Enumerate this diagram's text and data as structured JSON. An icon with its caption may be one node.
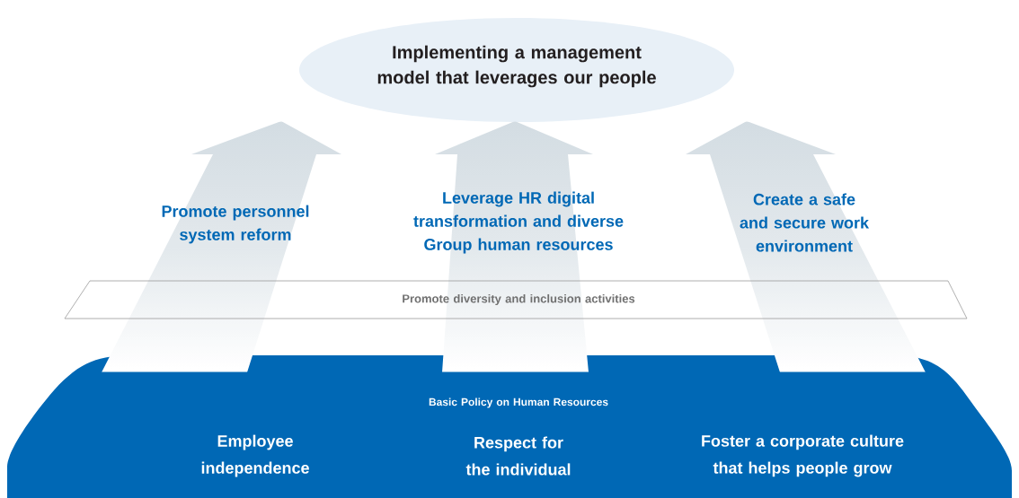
{
  "diagram": {
    "nodes": [
      {
        "text": [
          "Implementing a management model that leverages our people"
        ]
      },
      {
        "text": [
          "Promote personnel system reform"
        ]
      },
      {
        "text": [
          "Leverage HR digital transformation and diverse Group human resources"
        ]
      },
      {
        "text": [
          "Create a safe and secure work environment"
        ]
      },
      {
        "text": [
          "Promote diversity and inclusion activities"
        ]
      },
      {
        "text": [
          "Basic Policy on Human Resources"
        ]
      },
      {
        "text": [
          "Employee independence"
        ],
        "in": 5
      },
      {
        "text": [
          "Respect for the individual"
        ],
        "in": 5
      },
      {
        "text": [
          "Foster a corporate culture that helps people grow"
        ],
        "in": 5
      }
    ]
  }
}
